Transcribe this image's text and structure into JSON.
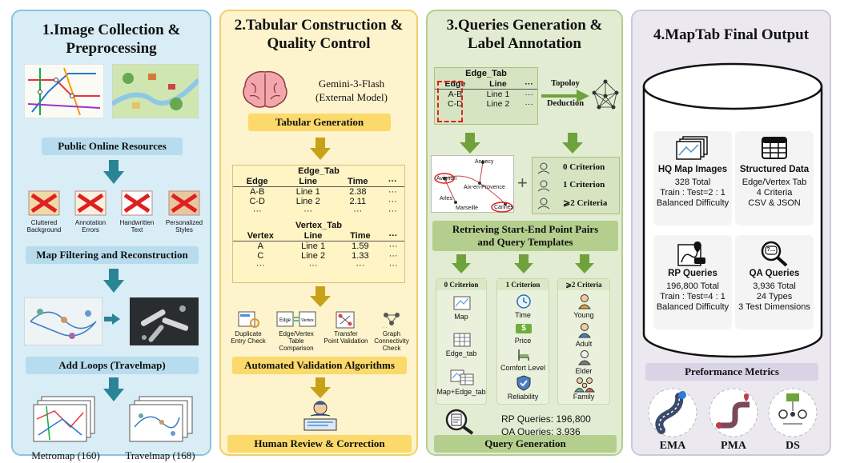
{
  "panel1": {
    "title_line1": "1.Image Collection &",
    "title_line2": "Preprocessing",
    "band_resources": "Public Online Resources",
    "filters": [
      {
        "line1": "Cluttered",
        "line2": "Background"
      },
      {
        "line1": "Annotation",
        "line2": "Errors"
      },
      {
        "line1": "Handwritten",
        "line2": "Text"
      },
      {
        "line1": "Personalized",
        "line2": "Styles"
      }
    ],
    "band_filtering": "Map Filtering and Reconstruction",
    "band_loops": "Add Loops (Travelmap)",
    "metromap_label": "Metromap (160)",
    "travelmap_label": "Travelmap (168)"
  },
  "panel2": {
    "title_line1": "2.Tabular Construction &",
    "title_line2": "Quality Control",
    "model_line1": "Gemini-3-Flash",
    "model_line2": "(External Model)",
    "band_tabular": "Tabular Generation",
    "edge_tab": {
      "name": "Edge_Tab",
      "headers": [
        "Edge",
        "Line",
        "Time",
        "···"
      ],
      "rows": [
        [
          "A-B",
          "Line 1",
          "2.38",
          "···"
        ],
        [
          "C-D",
          "Line 2",
          "2.11",
          "···"
        ],
        [
          "···",
          "···",
          "···",
          "···"
        ]
      ]
    },
    "vertex_tab": {
      "name": "Vertex_Tab",
      "headers": [
        "Vertex",
        "Line",
        "Time",
        "···"
      ],
      "rows": [
        [
          "A",
          "Line 1",
          "1.59",
          "···"
        ],
        [
          "C",
          "Line 2",
          "1.33",
          "···"
        ],
        [
          "···",
          "···",
          "···",
          "···"
        ]
      ]
    },
    "checks": [
      {
        "line1": "Duplicate",
        "line2": "Entry Check"
      },
      {
        "line1": "Edge/Vertex",
        "line2": "Table Comparison"
      },
      {
        "line1": "Transfer",
        "line2": "Point Validation"
      },
      {
        "line1": "Graph",
        "line2": "Connectivity Check"
      }
    ],
    "check_icon_texts": {
      "edge": "Edge",
      "vertex": "Vertex"
    },
    "band_validation": "Automated Validation Algorithms",
    "band_review": "Human Review & Correction"
  },
  "panel3": {
    "title_line1": "3.Queries Generation &",
    "title_line2": "Label Annotation",
    "edge_tab": {
      "name": "Edge_Tab",
      "headers": [
        "Edge",
        "Line",
        "···"
      ],
      "rows": [
        [
          "A-B",
          "Line 1",
          "···"
        ],
        [
          "C-D",
          "Line 2",
          "···"
        ]
      ]
    },
    "topology_line1": "Topoloy",
    "topology_line2": "Deduction",
    "map_places": [
      "Annecy",
      "Avignon",
      "Aix-en-Provence",
      "Arles",
      "Marseille",
      "Cannes"
    ],
    "criteria": [
      "0 Criterion",
      "1 Criterion",
      "⩾2 Criteria"
    ],
    "band_retrieve_line1": "Retrieving Start-End Point Pairs",
    "band_retrieve_line2": "and Query Templates",
    "col0": {
      "header": "0 Criterion",
      "items": [
        "Map",
        "Edge_tab",
        "Map+Edge_tab"
      ]
    },
    "col1": {
      "header": "1 Criterion",
      "items": [
        "Time",
        "Price",
        "Comfort Level",
        "Reliability"
      ],
      "price_sign": "$"
    },
    "col2": {
      "header": "⩾2 Criteria",
      "items": [
        "Young",
        "Adult",
        "Elder",
        "Family"
      ]
    },
    "rp_queries": "RP Queries: 196,800",
    "qa_queries": "QA Queries: 3,936",
    "band_query": "Query Generation"
  },
  "panel4": {
    "title": "4.MapTab Final Output",
    "cards": [
      {
        "title": "HQ Map Images",
        "lines": [
          "328 Total",
          "Train : Test=2 : 1",
          "Balanced Difficulty"
        ]
      },
      {
        "title": "Structured Data",
        "lines": [
          "Edge/Vertex Tab",
          "4 Criteria",
          "CSV & JSON"
        ]
      },
      {
        "title": "RP Queries",
        "lines": [
          "196,800 Total",
          "Train : Test=4 : 1",
          "Balanced Difficulty"
        ]
      },
      {
        "title": "QA Queries",
        "lines": [
          "3,936 Total",
          "24 Types",
          "3 Test Dimensions"
        ]
      }
    ],
    "qa_bubble": "?…",
    "band_metrics": "Preformance Metrics",
    "metrics": [
      "EMA",
      "PMA",
      "DS"
    ]
  },
  "colors": {
    "blue_panel": "#d9edf6",
    "blue_border": "#8cc3dc",
    "yellow_panel": "#fdf3cc",
    "yellow_border": "#f1cf6a",
    "green_panel": "#e2ecd2",
    "green_border": "#b5cd92",
    "gray_panel": "#ebe8f0",
    "gray_border": "#cfc7dc",
    "teal_arrow": "#2a8496",
    "gold_arrow": "#c9a118",
    "green_arrow": "#6fa23c",
    "red_x": "#e02020"
  }
}
